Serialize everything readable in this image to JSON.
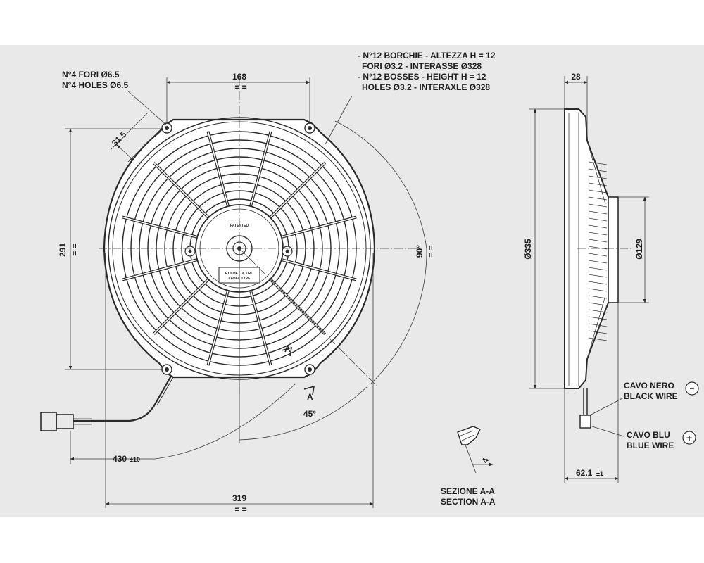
{
  "colors": {
    "paper": "#e9e9e9",
    "ink": "#2a2a2a",
    "white": "#ffffff"
  },
  "dimensions": {
    "width_top": "168",
    "hole_spacing": "31.5",
    "height_left": "291",
    "angle_90": "90°",
    "angle_45": "45°",
    "cable_length": "430",
    "cable_tol": "±10",
    "width_bottom": "319",
    "depth_top": "28",
    "diameter_335": "Ø335",
    "diameter_129": "Ø129",
    "depth_bottom": "62.1",
    "depth_tol": "±1",
    "section_letter": "A",
    "section_letter_2": "A",
    "section_thickness": "4"
  },
  "notes": {
    "holes": [
      "N°4 FORI Ø6.5",
      "N°4 HOLES Ø6.5"
    ],
    "bosses": [
      "- N°12 BORCHIE - ALTEZZA H = 12",
      "FORI Ø3.2 - INTERASSE Ø328",
      "- N°12 BOSSES - HEIGHT H = 12",
      "HOLES Ø3.2 - INTERAXLE Ø328"
    ],
    "section": [
      "SEZIONE A-A",
      "SECTION A-A"
    ],
    "black_wire": [
      "CAVO NERO",
      "BLACK WIRE"
    ],
    "blue_wire": [
      "CAVO BLU",
      "BLUE WIRE"
    ],
    "hub_top": "PATENTED",
    "hub_label": [
      "ETICHETTA TIPO",
      "LABEL TYPE"
    ]
  },
  "symbols": {
    "minus": "−",
    "plus": "+"
  }
}
